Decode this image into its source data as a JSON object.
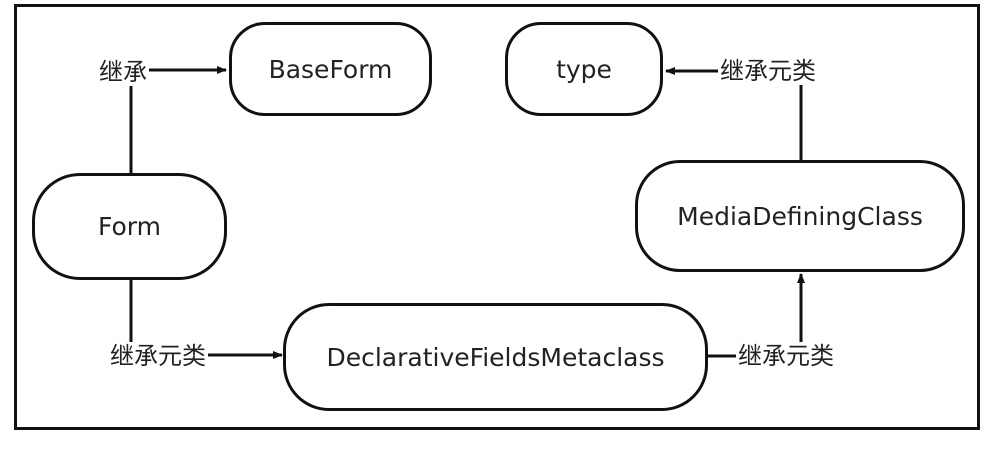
{
  "nodes": {
    "baseform": "BaseForm",
    "type": "type",
    "form": "Form",
    "media": "MediaDefiningClass",
    "declarative": "DeclarativeFieldsMetaclass"
  },
  "edges": {
    "form_to_baseform": "继承",
    "media_to_type": "继承元类",
    "form_to_declarative": "继承元类",
    "declarative_to_media": "继承元类"
  }
}
